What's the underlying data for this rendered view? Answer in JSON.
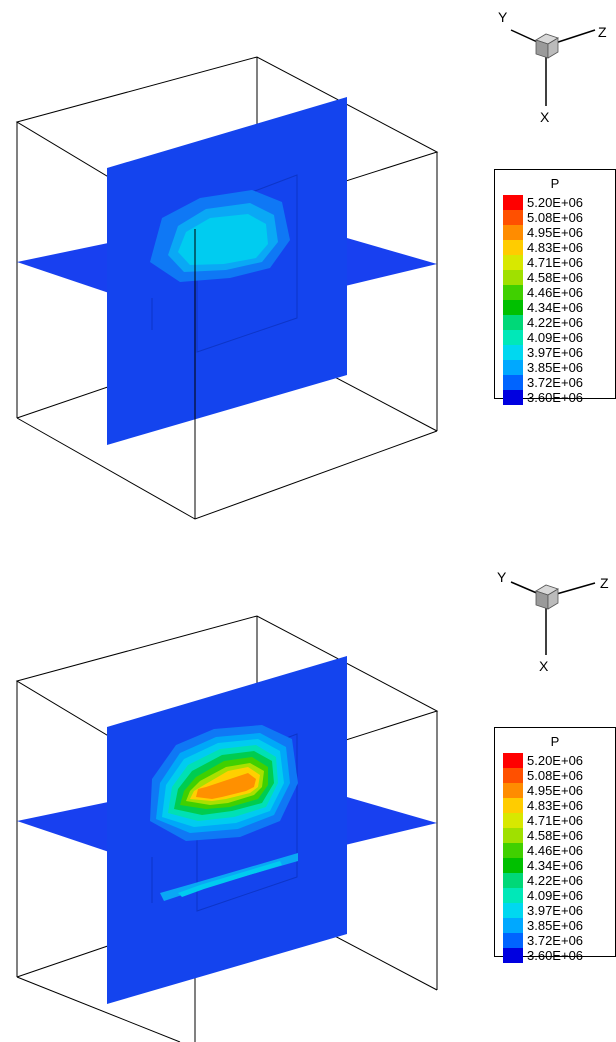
{
  "panels": [
    {
      "triad": {
        "x": "X",
        "y": "Y",
        "z": "Z"
      },
      "legend": {
        "title": "P",
        "levels": [
          "5.20E+06",
          "5.08E+06",
          "4.95E+06",
          "4.83E+06",
          "4.71E+06",
          "4.58E+06",
          "4.46E+06",
          "4.34E+06",
          "4.22E+06",
          "4.09E+06",
          "3.97E+06",
          "3.85E+06",
          "3.72E+06",
          "3.60E+06"
        ],
        "colors": [
          "#ff0000",
          "#ff5000",
          "#ff8c00",
          "#ffcc00",
          "#d8e800",
          "#a0e000",
          "#40d000",
          "#00c000",
          "#00d878",
          "#00e8b8",
          "#00d8f0",
          "#00a8ff",
          "#0064ff",
          "#0000e0"
        ]
      }
    },
    {
      "triad": {
        "x": "X",
        "y": "Y",
        "z": "Z"
      },
      "legend": {
        "title": "P",
        "levels": [
          "5.20E+06",
          "5.08E+06",
          "4.95E+06",
          "4.83E+06",
          "4.71E+06",
          "4.58E+06",
          "4.46E+06",
          "4.34E+06",
          "4.22E+06",
          "4.09E+06",
          "3.97E+06",
          "3.85E+06",
          "3.72E+06",
          "3.60E+06"
        ],
        "colors": [
          "#ff0000",
          "#ff5000",
          "#ff8c00",
          "#ffcc00",
          "#d8e800",
          "#a0e000",
          "#40d000",
          "#00c000",
          "#00d878",
          "#00e8b8",
          "#00d8f0",
          "#00a8ff",
          "#0064ff",
          "#0000e0"
        ]
      }
    }
  ]
}
